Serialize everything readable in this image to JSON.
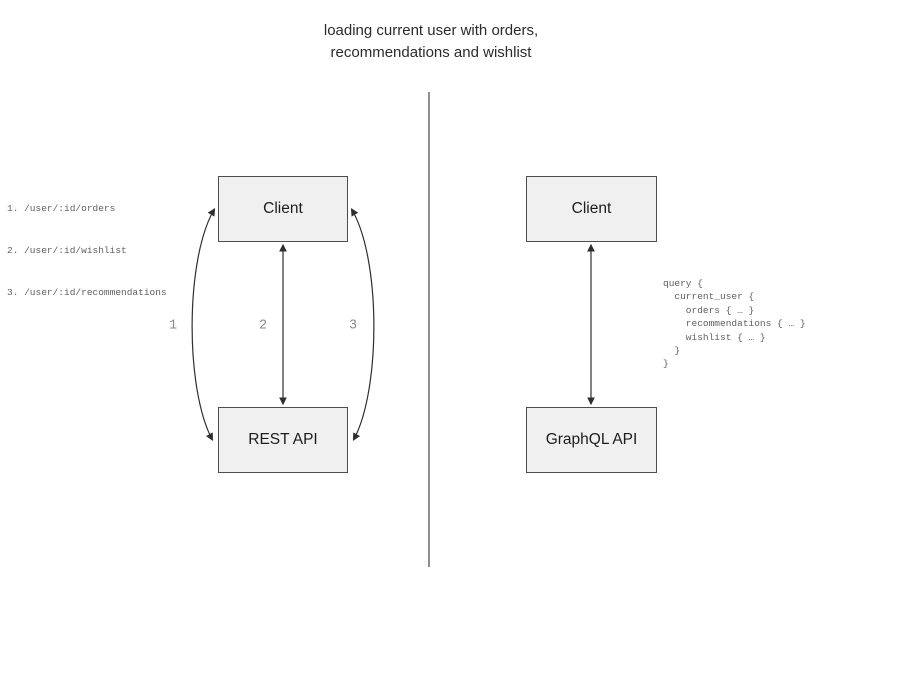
{
  "title": "loading current user with orders,\nrecommendations and wishlist",
  "colors": {
    "background": "#ffffff",
    "box_fill": "#f0f0f0",
    "box_border": "#4d4d4d",
    "arrow": "#2e2e2e",
    "divider": "#7a7a7a",
    "code_text": "#5f5f5f",
    "arrow_number_text": "#8a8a8a",
    "title_text": "#2b2b2b"
  },
  "rest_panel": {
    "client_label": "Client",
    "api_label": "REST API",
    "endpoints": [
      "1. /user/:id/orders",
      "2. /user/:id/wishlist",
      "3. /user/:id/recommendations"
    ],
    "arrow_labels": [
      "1",
      "2",
      "3"
    ]
  },
  "graphql_panel": {
    "client_label": "Client",
    "api_label": "GraphQL API",
    "query": "query {\n  current_user {\n    orders { … }\n    recommendations { … }\n    wishlist { … }\n  }\n}"
  }
}
